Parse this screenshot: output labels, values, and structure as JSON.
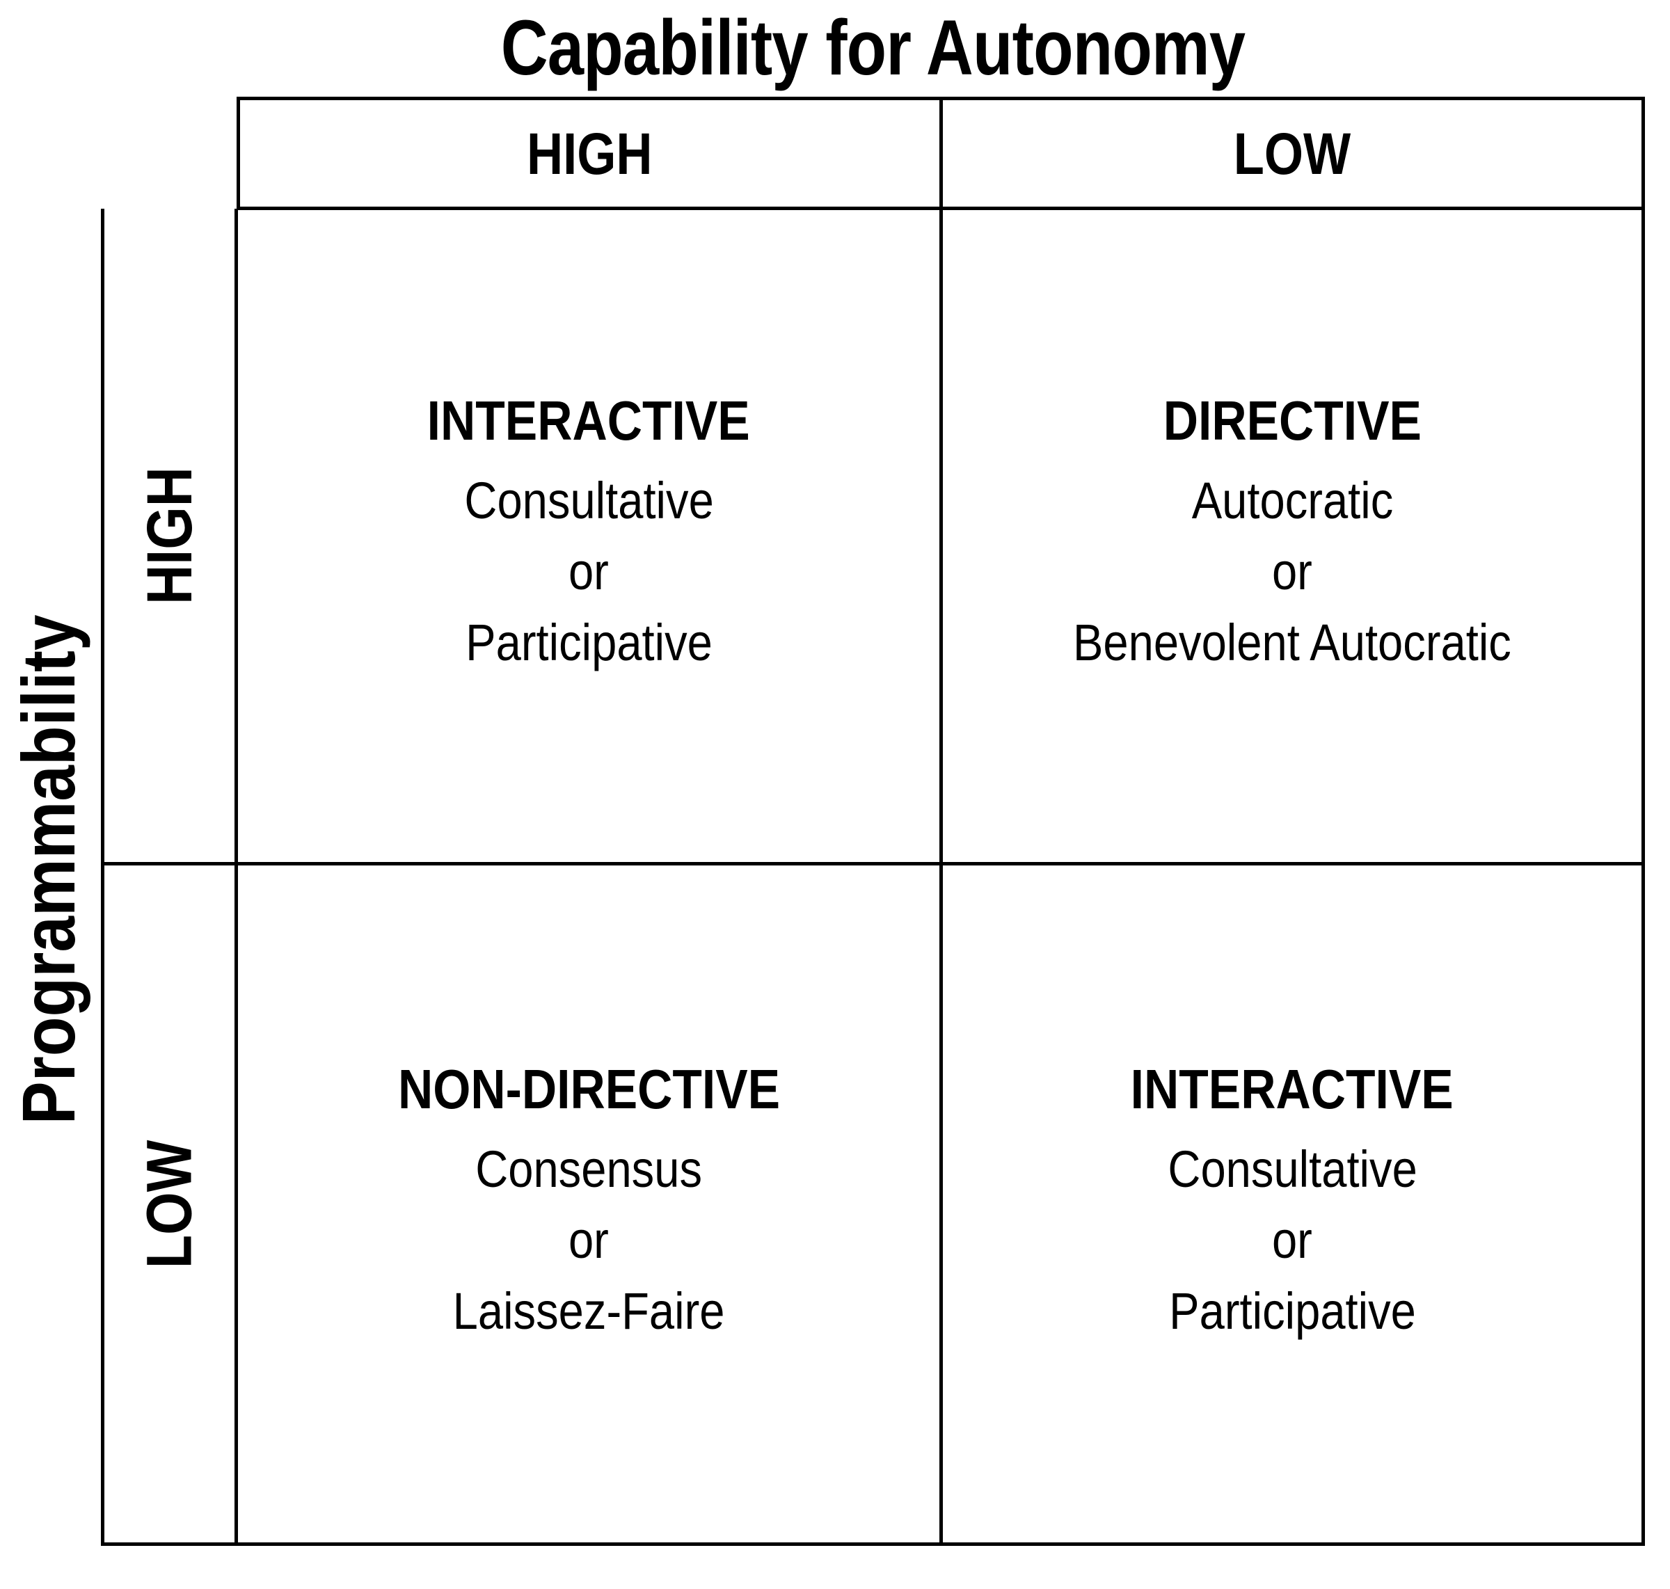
{
  "diagram": {
    "title": "Capability for Autonomy",
    "row_axis_label": "Programmability",
    "column_headers": [
      {
        "label": "HIGH"
      },
      {
        "label": "LOW"
      }
    ],
    "row_headers": [
      {
        "label": "HIGH"
      },
      {
        "label": "LOW"
      }
    ],
    "quadrants": [
      {
        "id": "high-high",
        "row": "HIGH",
        "column": "HIGH",
        "heading": "INTERACTIVE",
        "options": [
          "Consultative",
          "or",
          "Participative"
        ]
      },
      {
        "id": "high-low",
        "row": "HIGH",
        "column": "LOW",
        "heading": "DIRECTIVE",
        "options": [
          "Autocratic",
          "or",
          "Benevolent Autocratic"
        ]
      },
      {
        "id": "low-high",
        "row": "LOW",
        "column": "HIGH",
        "heading": "NON-DIRECTIVE",
        "options": [
          "Consensus",
          "or",
          "Laissez-Faire"
        ]
      },
      {
        "id": "low-low",
        "row": "LOW",
        "column": "LOW",
        "heading": "INTERACTIVE",
        "options": [
          "Consultative",
          "or",
          "Participative"
        ]
      }
    ],
    "colors": {
      "text": "#000000",
      "background": "#ffffff",
      "border": "#000000"
    }
  }
}
